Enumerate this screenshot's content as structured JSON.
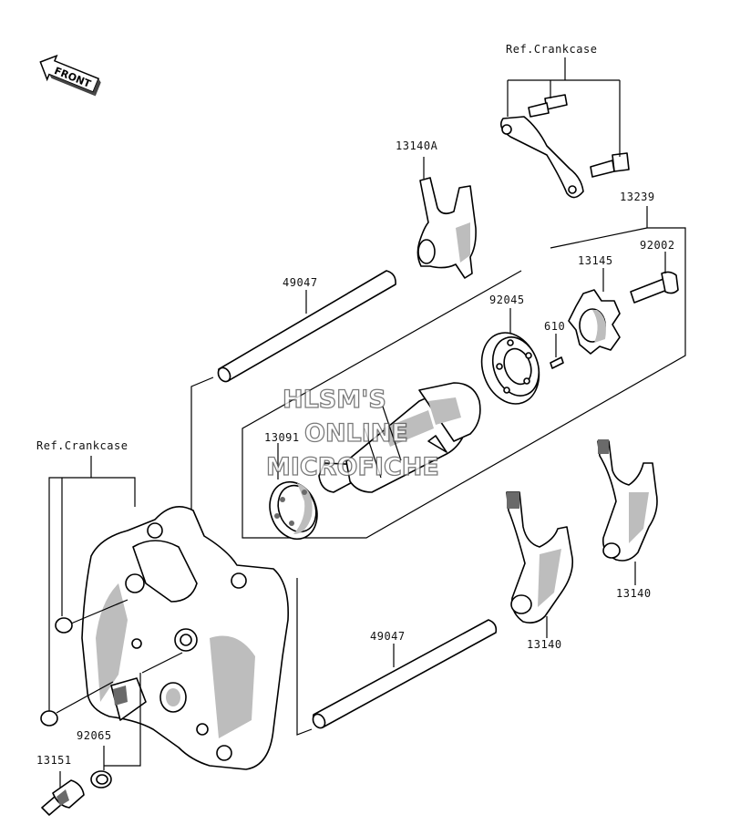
{
  "front_arrow": {
    "text": "FRONT"
  },
  "labels": {
    "ref_crankcase_top": "Ref.Crankcase",
    "ref_crankcase_left": "Ref.Crankcase",
    "fork_13140A": "13140A",
    "shaft_upper_49047": "49047",
    "drum_assy_13239": "13239",
    "bolt_92002": "92002",
    "pin_plate_13145": "13145",
    "bearing_92045": "92045",
    "pin_610": "610",
    "bearing_plate_13091": "13091",
    "fork_13140_right": "13140",
    "fork_13140_center": "13140",
    "shaft_lower_49047": "49047",
    "washer_92065": "92065",
    "switch_13151": "13151"
  },
  "watermark": {
    "line1": "HLSM'S",
    "line2": "ONLINE",
    "line3": "MICROFICHE"
  },
  "colors": {
    "line": "#000000",
    "shade": "#bdbdbd",
    "background": "#ffffff"
  }
}
